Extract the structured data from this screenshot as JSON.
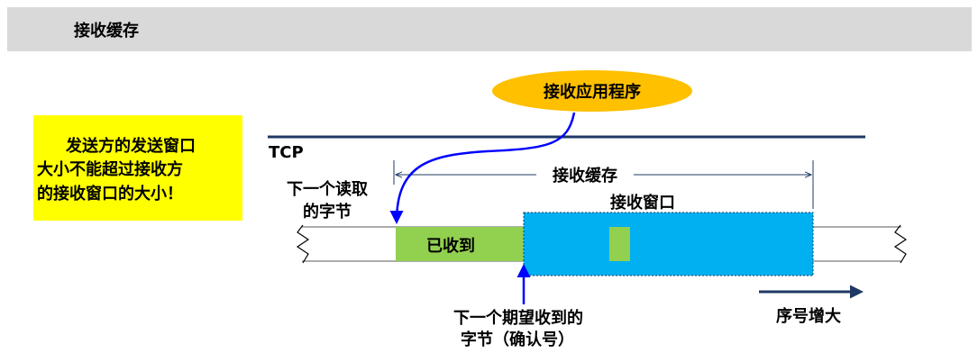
{
  "header": {
    "title": "接收缓存"
  },
  "note": {
    "lines": [
      "发送方的发送窗口",
      "大小不能超过接收方",
      "的接收窗口的大小！"
    ]
  },
  "diagram": {
    "app_label": "接收应用程序",
    "tcp_label": "TCP",
    "buffer_label": "接收缓存",
    "window_label": "接收窗口",
    "received_label": "已收到",
    "next_read_label": [
      "下一个读取",
      "的字节"
    ],
    "next_expected_label": [
      "下一个期望收到的",
      "字节（确认号）"
    ],
    "seq_label": "序号增大"
  },
  "colors": {
    "header_bg": "#d9d9d9",
    "note_bg": "#ffff00",
    "received_green": "#92d050",
    "window_blue": "#00b0f0",
    "ellipse_fill": "#ffc000",
    "line_navy": "#1f3864",
    "arrow_blue": "#0000ff"
  }
}
